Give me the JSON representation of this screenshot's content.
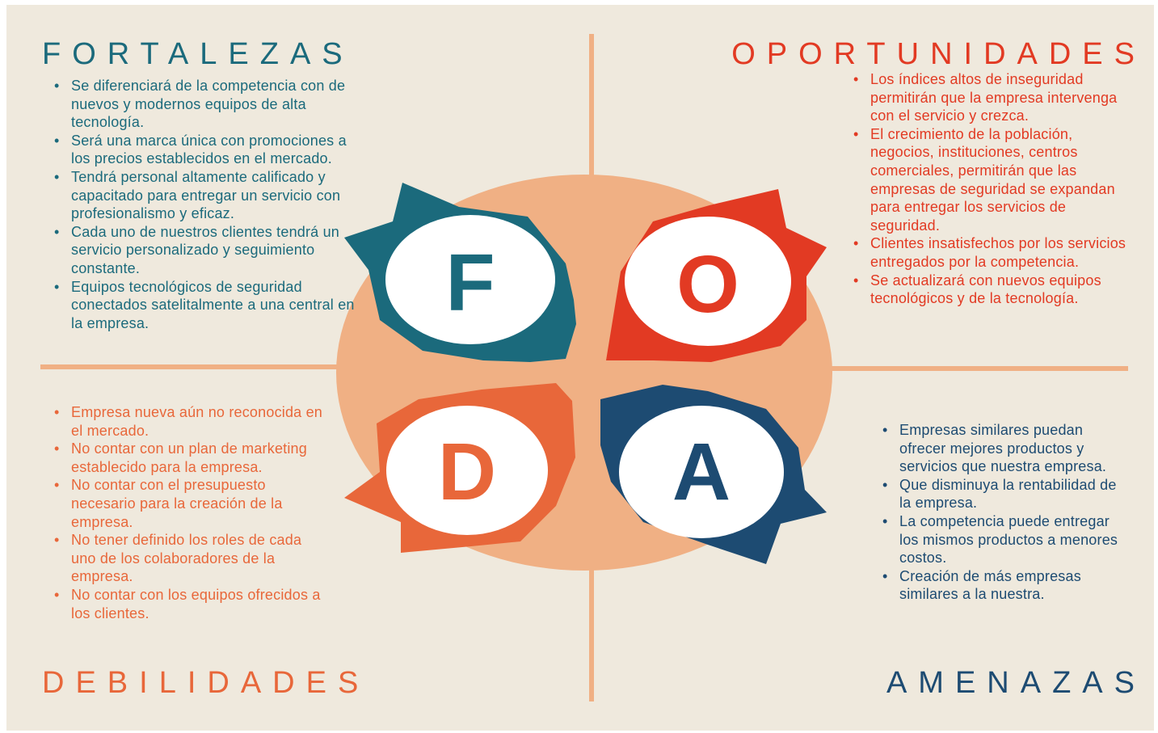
{
  "colors": {
    "background": "#efe9dd",
    "circle": "#f0b084",
    "divider": "#f0b084",
    "fortalezas": "#1b6a7c",
    "oportunidades": "#e23a23",
    "debilidades": "#e8673a",
    "amenazas": "#1d4b72"
  },
  "letters": {
    "f": "F",
    "o": "O",
    "d": "D",
    "a": "A"
  },
  "fortalezas": {
    "title": "FORTALEZAS",
    "items": [
      "Se diferenciará de la competencia con de nuevos y modernos equipos de alta tecnología.",
      "Será una marca única con promociones a los precios establecidos en el mercado.",
      "Tendrá personal altamente calificado y capacitado para entregar un servicio con profesionalismo y eficaz.",
      "Cada uno de nuestros clientes tendrá un servicio personalizado y seguimiento constante.",
      "Equipos tecnológicos de seguridad conectados satelitalmente a una central en la empresa."
    ]
  },
  "oportunidades": {
    "title": "OPORTUNIDADES",
    "items": [
      "Los índices altos de inseguridad permitirán que la empresa intervenga con el servicio y crezca.",
      "El crecimiento de la población, negocios, instituciones, centros comerciales, permitirán que las empresas de seguridad se expandan para entregar los servicios de seguridad.",
      "Clientes insatisfechos por los servicios entregados por la competencia.",
      "Se actualizará con nuevos equipos tecnológicos y de la tecnología."
    ]
  },
  "debilidades": {
    "title": "DEBILIDADES",
    "items": [
      "Empresa nueva aún no reconocida en el mercado.",
      "No contar con un plan de marketing establecido para la empresa.",
      "No contar con el presupuesto necesario para la creación de la empresa.",
      "No tener definido los roles de cada uno de los colaboradores de la empresa.",
      "No contar con los equipos ofrecidos a los clientes."
    ]
  },
  "amenazas": {
    "title": "AMENAZAS",
    "items": [
      "Empresas similares puedan ofrecer mejores productos y servicios que nuestra empresa.",
      "Que disminuya la rentabilidad de la empresa.",
      "La competencia puede entregar los mismos productos a menores costos.",
      "Creación de más empresas similares a la nuestra."
    ]
  }
}
